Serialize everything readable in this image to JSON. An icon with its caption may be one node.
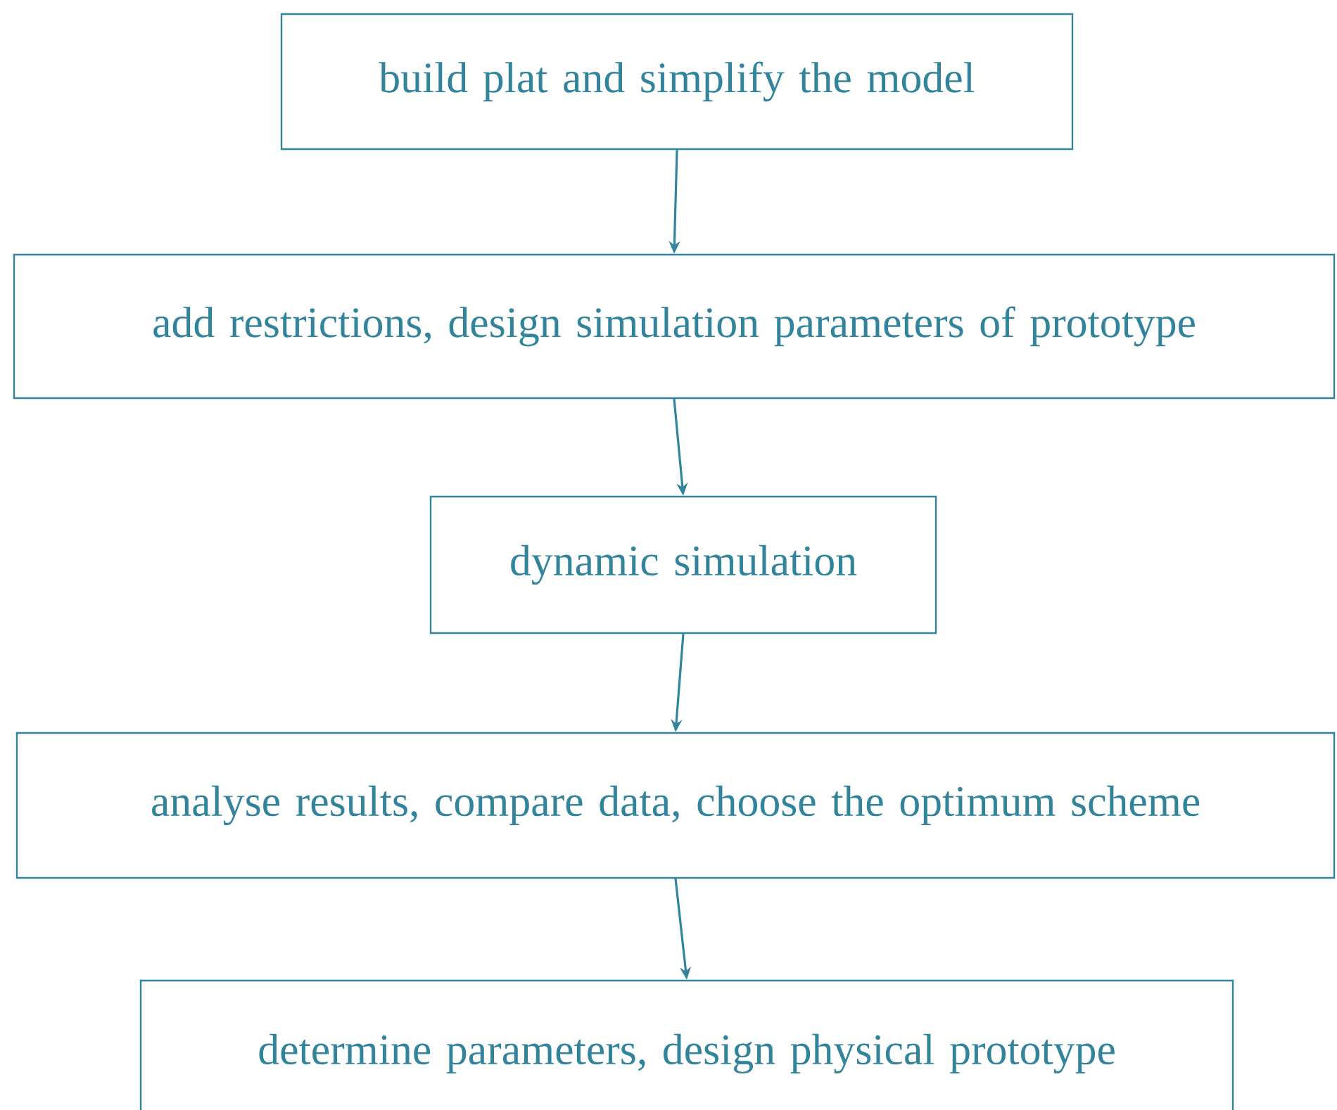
{
  "diagram": {
    "nodes": [
      {
        "text": [
          "build plat and simplify the model"
        ]
      },
      {
        "text": [
          "add restrictions, design simulation parameters of prototype"
        ]
      },
      {
        "text": [
          "dynamic simulation"
        ]
      },
      {
        "text": [
          "analyse results, compare data, choose the optimum scheme"
        ]
      },
      {
        "text": [
          "determine parameters, design physical prototype"
        ]
      }
    ],
    "edges": [
      {
        "from": 0,
        "to": 1,
        "arrow": "to"
      },
      {
        "from": 1,
        "to": 2,
        "arrow": "to"
      },
      {
        "from": 2,
        "to": 3,
        "arrow": "to"
      },
      {
        "from": 3,
        "to": 4,
        "arrow": "to"
      }
    ]
  }
}
